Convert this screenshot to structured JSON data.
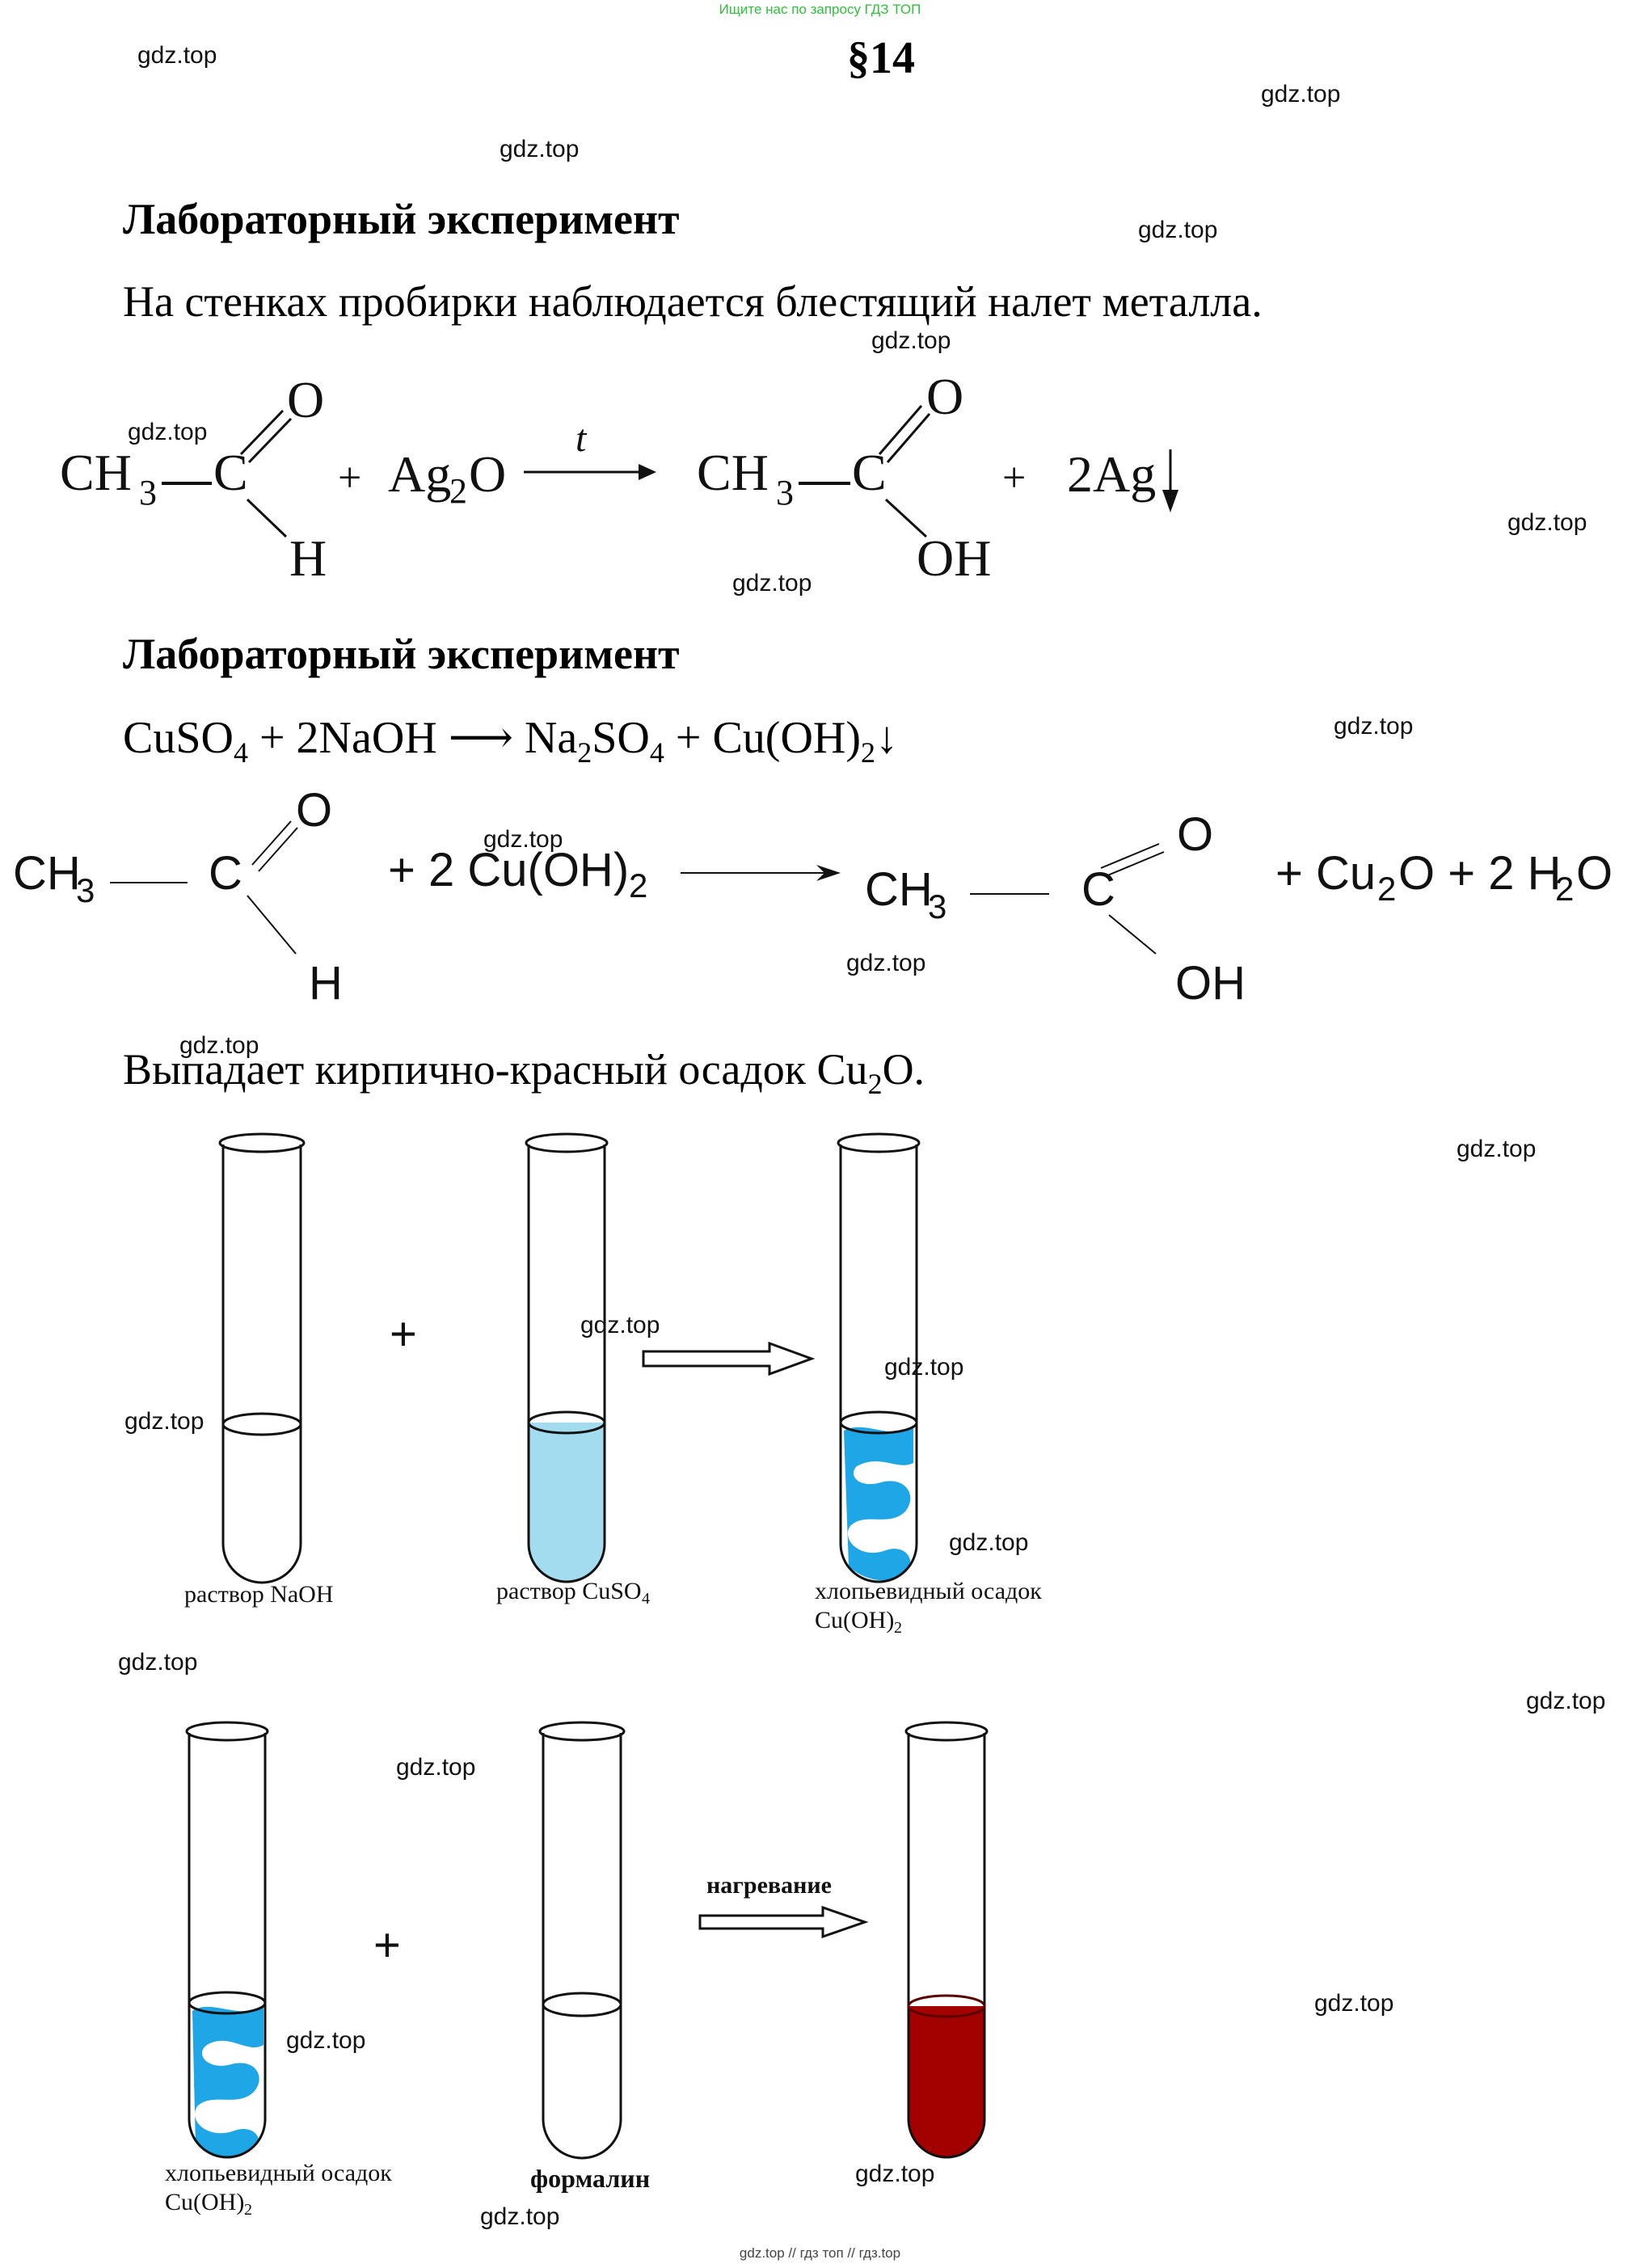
{
  "banner": "Ищите нас по запросу ГДЗ ТОП",
  "paragraph": "§14",
  "watermark": "gdz.top",
  "section1": {
    "heading": "Лабораторный эксперимент",
    "observation": "На стенках пробирки наблюдается блестящий налет металла.",
    "reaction": {
      "ch3": "CH",
      "sub3": "3",
      "c": "C",
      "o": "O",
      "h": "H",
      "oh": "OH",
      "plus": "+",
      "ag2o_a": "Ag",
      "ag2o_sub": "2",
      "ag2o_b": "O",
      "condition": "t",
      "ag": "2Ag"
    }
  },
  "section2": {
    "heading": "Лабораторный эксперимент",
    "equation": {
      "p1": "CuSO",
      "s1": "4",
      "p2": " + 2NaOH ⟶ Na",
      "s2": "2",
      "p3": "SO",
      "s3": "4",
      "p4": " + Cu(OH)",
      "s4": "2",
      "p5": "↓"
    },
    "reaction": {
      "ch3": "CH",
      "sub3": "3",
      "c": "C",
      "o": "O",
      "h": "H",
      "oh": "OH",
      "reagent": "+ 2 Cu(OH)",
      "reagent_sub": "2",
      "p_plus_cu": "+ Cu",
      "p_sub2": "2",
      "p_o_plus": "O + 2 H",
      "p_sub2b": "2",
      "p_o": "O"
    },
    "observation": {
      "text": "Выпадает кирпично-красный осадок Cu",
      "sub": "2",
      "tail": "O."
    }
  },
  "figure1": {
    "plus": "+",
    "tube1_caption": "раствор NaOH",
    "tube2_caption_a": "раствор CuSO",
    "tube2_caption_sub": "4",
    "tube3_caption_line1": "хлопьевидный осадок",
    "tube3_caption_line2_a": "Cu(OH)",
    "tube3_caption_line2_sub": "2"
  },
  "figure2": {
    "plus": "+",
    "arrow_label": "нагревание",
    "tube1_caption_line1": "хлопьевидный осадок",
    "tube1_caption_line2_a": "Cu(OH)",
    "tube1_caption_line2_sub": "2",
    "tube2_caption": "формалин"
  },
  "colors": {
    "naoh_solution": "#ffffff",
    "cuso4_solution": "#a3dcee",
    "precipitate_blue": "#1ea6e6",
    "cu2o_red": "#a30000",
    "banner_green": "#2fbf3a"
  },
  "footer": "gdz.top  //  гдз топ  //  гдз.top"
}
